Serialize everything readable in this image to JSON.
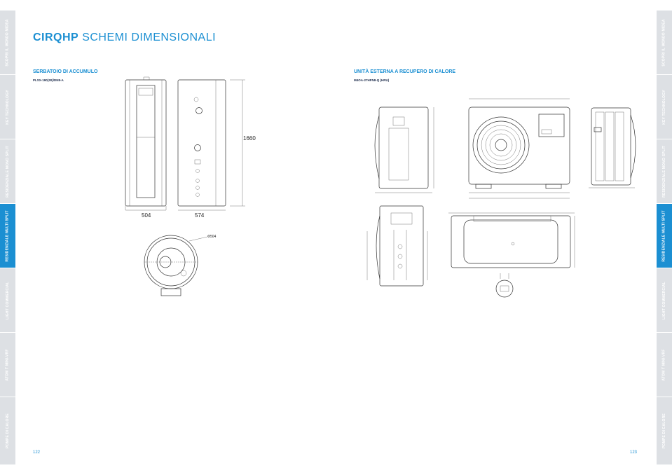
{
  "header": {
    "brand": "CIRQHP",
    "subtitle": "SCHEMI DIMENSIONALI"
  },
  "left_tabs": [
    {
      "label": "SCOPRI IL MONDO MIDEA",
      "active": false
    },
    {
      "label": "KEY TECHNOLOGY",
      "active": false
    },
    {
      "label": "RESIDENZIALE MONO SPLIT",
      "active": false
    },
    {
      "label": "RESIDENZIALE MULTI SPLIT",
      "active": true
    },
    {
      "label": "LIGHT COMMERCIAL",
      "active": false
    },
    {
      "label": "ATOM T MINI-VRF",
      "active": false
    },
    {
      "label": "POMPE DI CALORE",
      "active": false
    }
  ],
  "right_tabs": [
    {
      "label": "SCOPRI IL MONDO MIDEA",
      "active": false
    },
    {
      "label": "KEY TECHNOLOGY",
      "active": false
    },
    {
      "label": "RESIDENZIALE MONO SPLIT",
      "active": false
    },
    {
      "label": "RESIDENZIALE MULTI SPLIT",
      "active": true
    },
    {
      "label": "LIGHT COMMERCIAL",
      "active": false
    },
    {
      "label": "ATOM T MINI-VRF",
      "active": false
    },
    {
      "label": "POMPE DI CALORE",
      "active": false
    }
  ],
  "tank_section": {
    "title": "SERBATOIO DI ACCUMULO",
    "model": "PLSX-190(30)/DN8-A",
    "dims": {
      "height": "1660",
      "width": "504",
      "depth": "574",
      "diameter": "Φ504"
    }
  },
  "outdoor_section": {
    "title": "UNITÀ ESTERNA A RECUPERO DI CALORE",
    "model": "M4OA-27HFN8-Q (HRU)"
  },
  "pages": {
    "left": "122",
    "right": "123"
  },
  "colors": {
    "accent": "#1b8fd2",
    "tab_inactive": "#dde0e4",
    "text_dark": "#1b2a4a"
  }
}
